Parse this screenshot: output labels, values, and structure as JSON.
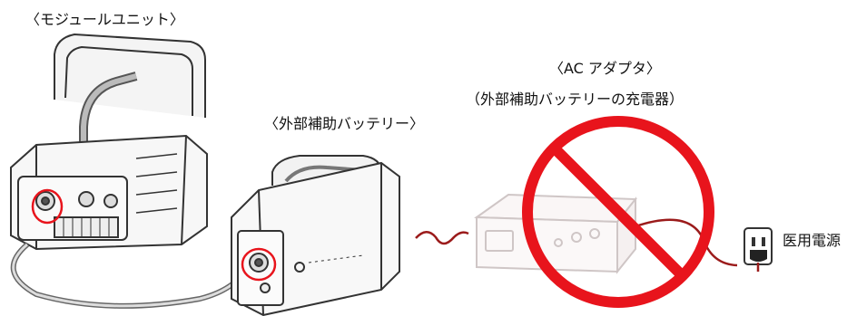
{
  "labels": {
    "module_unit": "〈モジュールユニット〉",
    "external_battery": "〈外部補助バッテリー〉",
    "ac_adapter": "〈AC アダプタ〉",
    "ac_adapter_sub": "（外部補助バッテリーの充電器）",
    "medical_power": "医用電源"
  },
  "colors": {
    "prohibit_red": "#e8141c",
    "outline": "#333333",
    "faded": "#cfc6c6",
    "cable_red": "#9b1b1b"
  }
}
